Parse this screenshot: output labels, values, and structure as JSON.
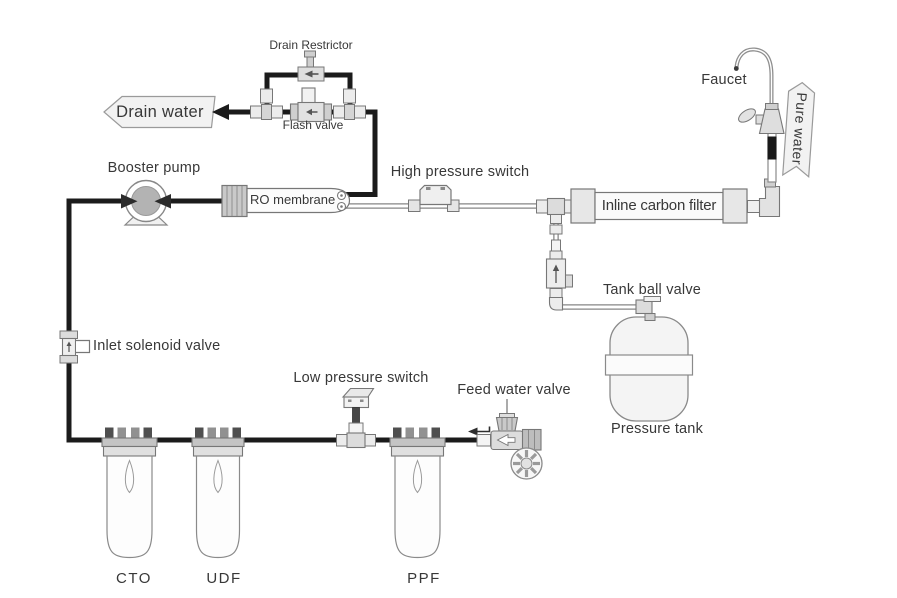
{
  "colors": {
    "pipe": "#1b1b1b",
    "outline": "#777777",
    "component_fill": "#e3e3e3",
    "banner_fill": "#f2f2f2",
    "pump_fill": "#b3b3b3",
    "text": "#383838",
    "background": "#ffffff"
  },
  "labels": {
    "drain_restrictor": "Drain Restrictor",
    "flash_valve": "Flash valve",
    "drain_water": "Drain water",
    "booster_pump": "Booster pump",
    "ro_membrane": "RO membrane",
    "high_pressure_switch": "High pressure switch",
    "inline_carbon_filter": "Inline carbon filter",
    "faucet": "Faucet",
    "pure_water": "Pure water",
    "tank_ball_valve": "Tank ball valve",
    "pressure_tank": "Pressure tank",
    "inlet_solenoid_valve": "Inlet solenoid valve",
    "low_pressure_switch": "Low pressure switch",
    "feed_water_valve": "Feed water valve",
    "filter_cto": "CTO",
    "filter_udf": "UDF",
    "filter_ppf": "PPF"
  }
}
